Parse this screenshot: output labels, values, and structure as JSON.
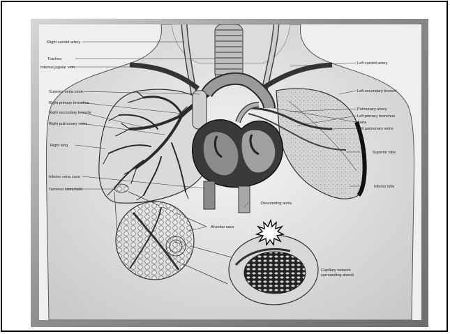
{
  "labels": {
    "right_carotid_artery": "Right carotid artery",
    "trachea": "Trachea",
    "internal_jugular_vein": "Internal jugular vein",
    "superior_vena_cava": "Superior vena cava",
    "right_primary_bronchus": "Right primary bronchus",
    "right_secondary_bronchi": "Right secondary bronchi",
    "right_pulmonary_veins": "Right pulmonary veins",
    "right_lung": "Right lung",
    "inferior_vena_cava": "Inferior vena cava",
    "terminal_bronchiole": "Terminal bronchiole",
    "left_carotid_artery": "Left carotid artery",
    "left_secondary_bronchi": "Left secondary bronchi",
    "pulmonary_artery": "Pulmonary artery",
    "left_primary_bronchus": "Left primary bronchus",
    "aorta": "Aorta",
    "left_pulmonary_veins": "Left pulmonary veins",
    "superior_lobe": "Superior lobe",
    "inferior_lobe": "Inferior lobe",
    "descending_aorta": "Descending aorta",
    "alveolar_sacs": "Alveolar sacs",
    "capillary_network_1": "Capillary network",
    "capillary_network_2": "surrounding alveoli"
  }
}
